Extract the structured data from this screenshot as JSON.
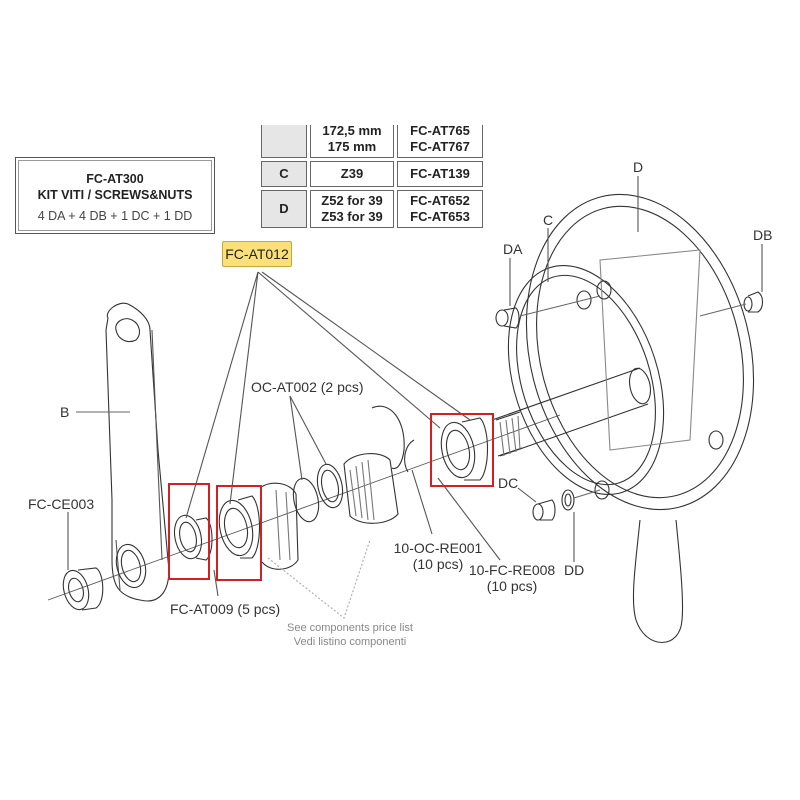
{
  "kit_box": {
    "code": "FC-AT300",
    "title": "KIT VITI / SCREWS&NUTS",
    "contents": "4 DA + 4 DB + 1 DC + 1 DD"
  },
  "parts_table": {
    "rows": [
      {
        "key": "",
        "values": [
          "172,5 mm",
          "175 mm"
        ],
        "codes": [
          "FC-AT765",
          "FC-AT767"
        ]
      },
      {
        "key": "C",
        "values": [
          "Z39"
        ],
        "codes": [
          "FC-AT139"
        ]
      },
      {
        "key": "D",
        "values": [
          "Z52 for 39",
          "Z53 for 39"
        ],
        "codes": [
          "FC-AT652",
          "FC-AT653"
        ]
      }
    ]
  },
  "badge": {
    "label": "FC-AT012",
    "color": "#fbe07a"
  },
  "highlight_color": "#d42020",
  "labels": {
    "oc_at002": "OC-AT002 (2 pcs)",
    "b": "B",
    "fc_ce003": "FC-CE003",
    "fc_at009": "FC-AT009 (5 pcs)",
    "oc_re001_code": "10-OC-RE001",
    "oc_re001_qty": "(10 pcs)",
    "fc_re008_code": "10-FC-RE008",
    "fc_re008_qty": "(10 pcs)",
    "d": "D",
    "c": "C",
    "da": "DA",
    "db": "DB",
    "dc": "DC",
    "dd": "DD"
  },
  "note": {
    "line1": "See components price list",
    "line2": "Vedi listino componenti"
  }
}
